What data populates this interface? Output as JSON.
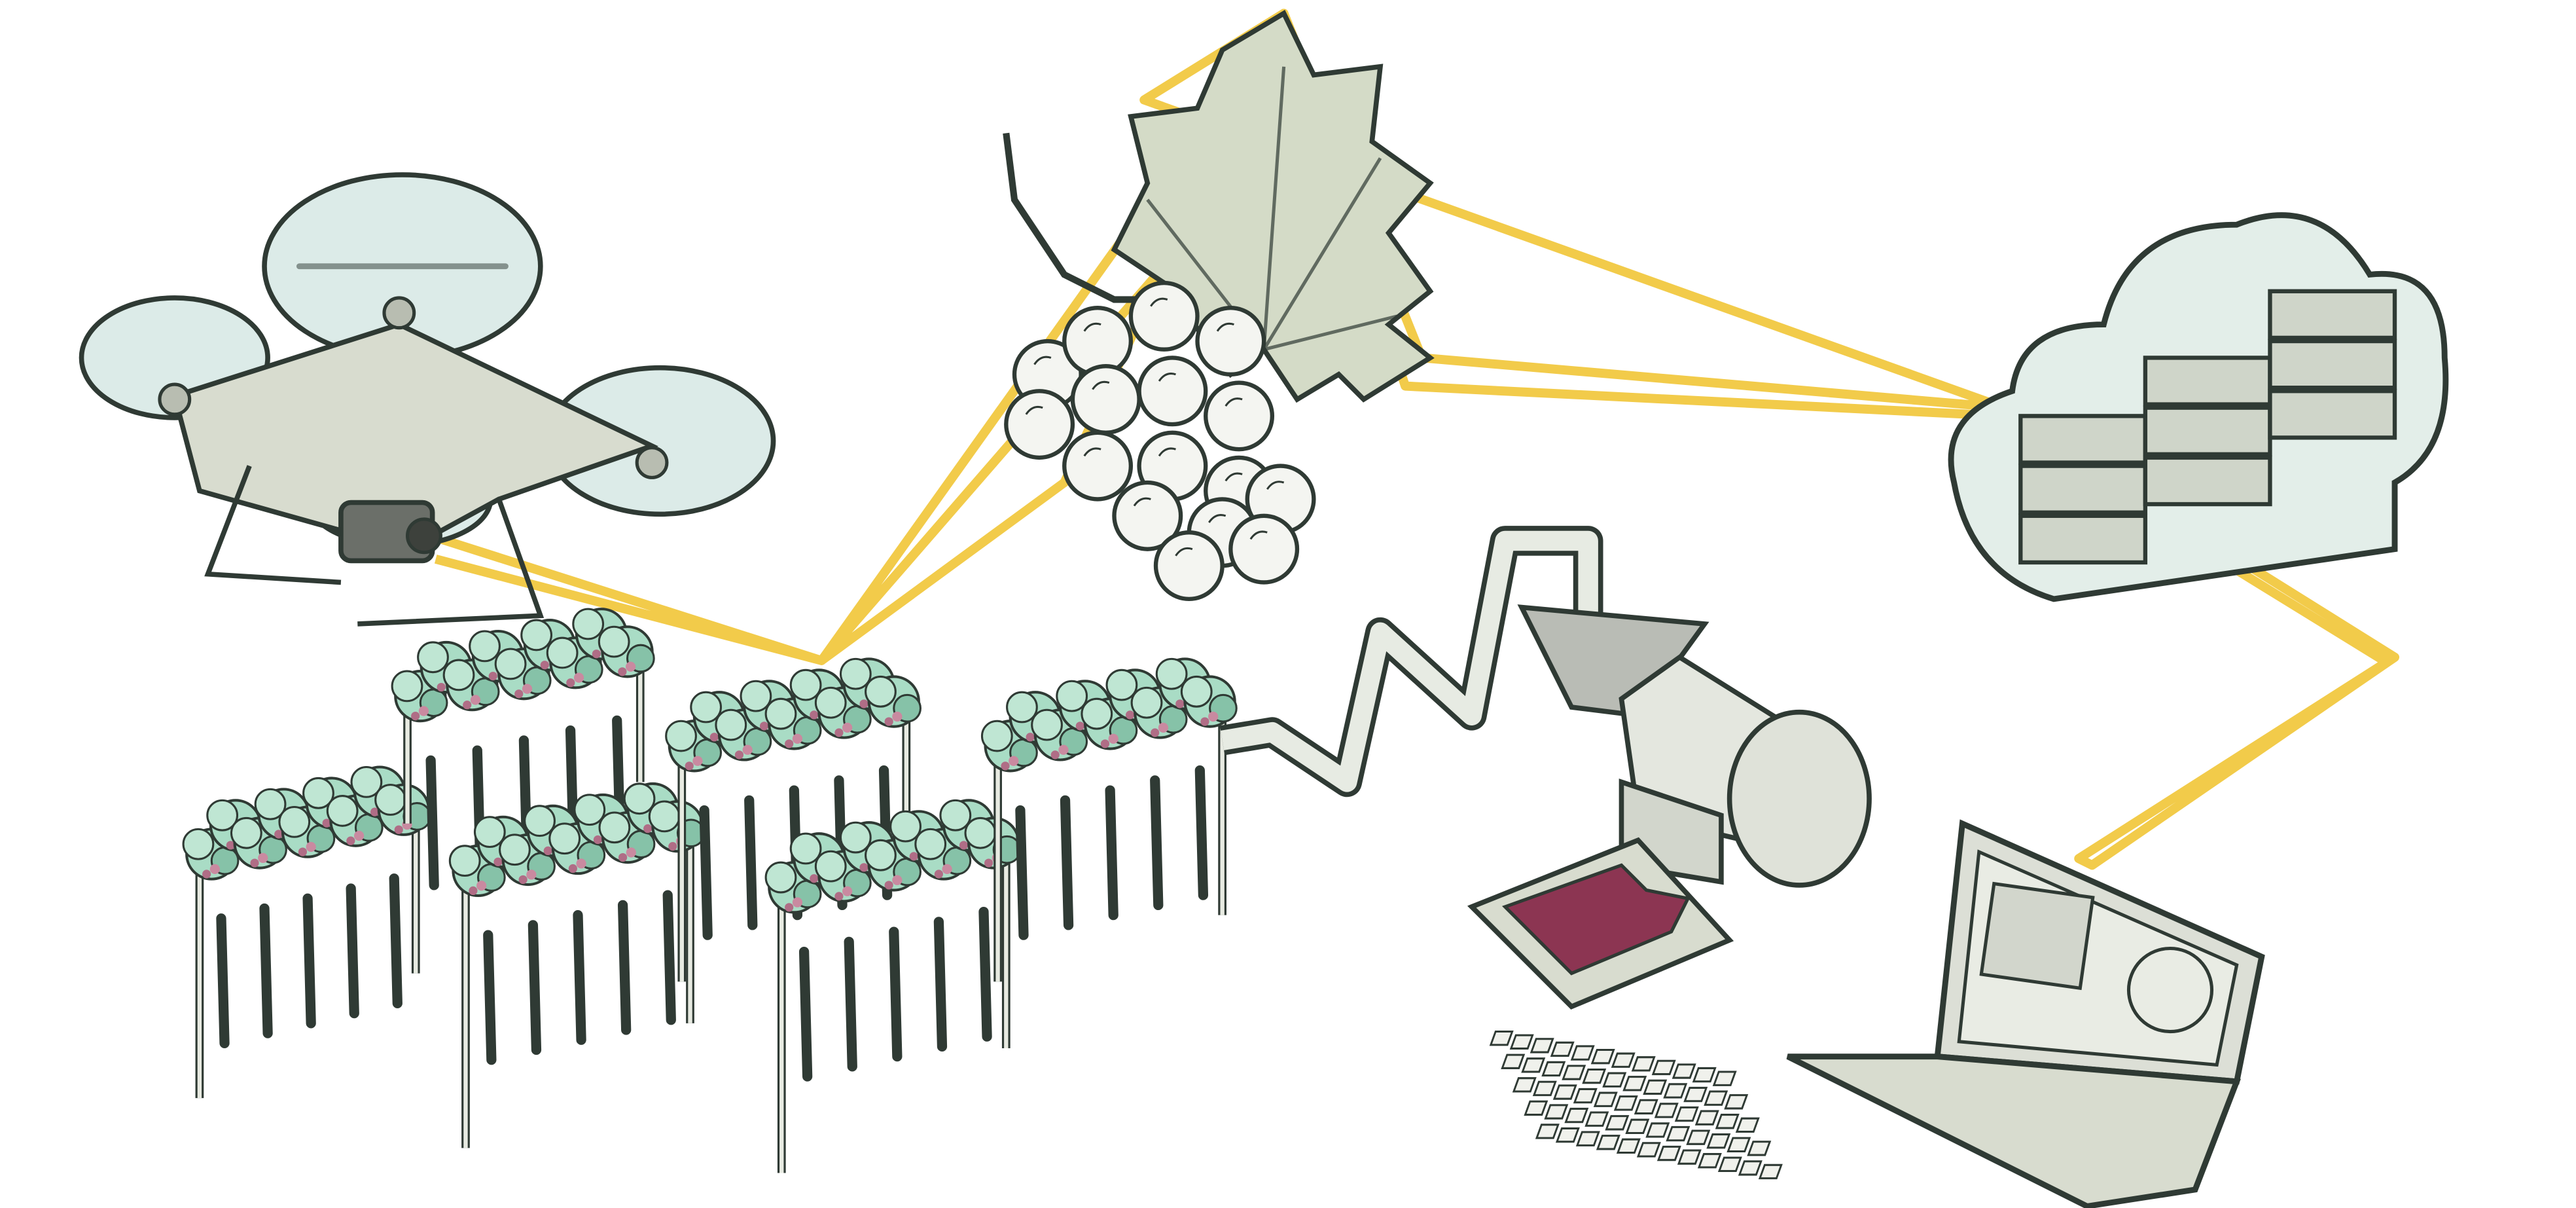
{
  "colors": {
    "data_link": "#f2cb4a",
    "vine_leaf": "#a9dcc5",
    "vine_leaf_dark": "#86c2a8",
    "grape_cluster": "#c98aa0",
    "wine": "#8c3552",
    "device_body": "#d8dccf",
    "cloud_fill": "#e3eee9",
    "ink": "#2f3a34"
  },
  "nodes": [
    {
      "id": "drone",
      "icon": "drone-icon"
    },
    {
      "id": "vineyard",
      "icon": "vineyard-icon"
    },
    {
      "id": "grape_leaf_sample",
      "icon": "grape-bunch-icon"
    },
    {
      "id": "crusher",
      "icon": "wine-crusher-icon"
    },
    {
      "id": "cloud_storage",
      "icon": "cloud-server-icon"
    },
    {
      "id": "laptop",
      "icon": "laptop-icon"
    }
  ],
  "links": [
    {
      "from": "drone",
      "to": "vineyard"
    },
    {
      "from": "vineyard",
      "to": "grape_leaf_sample"
    },
    {
      "from": "grape_leaf_sample",
      "to": "cloud_storage"
    },
    {
      "from": "cloud_storage",
      "to": "laptop"
    },
    {
      "from": "vineyard",
      "to": "crusher"
    }
  ]
}
